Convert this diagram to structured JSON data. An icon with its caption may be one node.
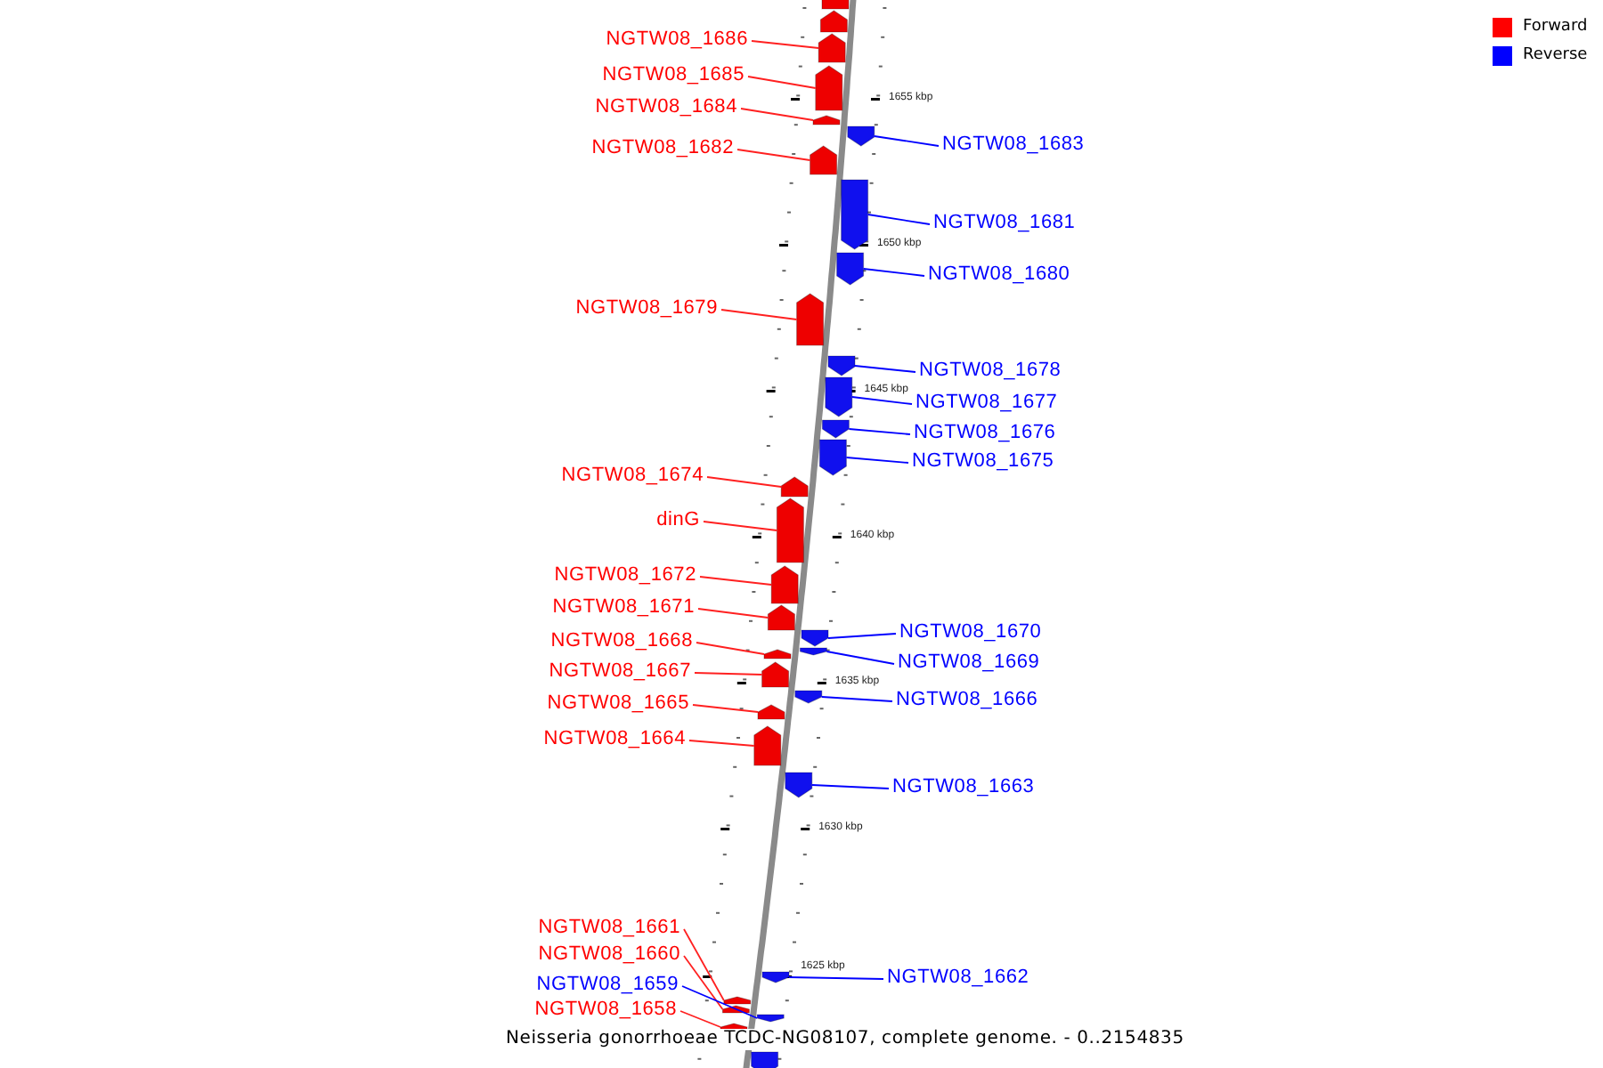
{
  "diagram": {
    "caption": "Neisseria gonorrhoeae TCDC-NG08107, complete genome. - 0..2154835",
    "nodes": [
      {
        "text": [],
        "shape": "pentagon"
      },
      {
        "text": [],
        "shape": "pentagon"
      },
      {
        "text": [
          "NGTW08_1686"
        ]
      },
      {
        "text": [],
        "shape": "pentagon"
      },
      {
        "text": [
          "NGTW08_1685"
        ]
      },
      {
        "text": [],
        "shape": "pentagon"
      },
      {
        "text": [
          "NGTW08_1684"
        ]
      },
      {
        "text": [],
        "shape": "pentagon"
      },
      {
        "text": [
          "NGTW08_1683"
        ]
      },
      {
        "text": [],
        "shape": "pentagon"
      },
      {
        "text": [
          "NGTW08_1682"
        ]
      },
      {
        "text": [],
        "shape": "pentagon"
      },
      {
        "text": [
          "NGTW08_1681"
        ]
      },
      {
        "text": [],
        "shape": "pentagon"
      },
      {
        "text": [
          "NGTW08_1680"
        ]
      },
      {
        "text": [],
        "shape": "pentagon"
      },
      {
        "text": [
          "NGTW08_1679"
        ]
      },
      {
        "text": [],
        "shape": "pentagon"
      },
      {
        "text": [
          "NGTW08_1678"
        ]
      },
      {
        "text": [],
        "shape": "pentagon"
      },
      {
        "text": [
          "NGTW08_1677"
        ]
      },
      {
        "text": [],
        "shape": "pentagon"
      },
      {
        "text": [
          "NGTW08_1676"
        ]
      },
      {
        "text": [],
        "shape": "pentagon"
      },
      {
        "text": [
          "NGTW08_1675"
        ]
      },
      {
        "text": [],
        "shape": "pentagon"
      },
      {
        "text": [
          "NGTW08_1674"
        ]
      },
      {
        "text": [],
        "shape": "pentagon"
      },
      {
        "text": [
          "dinG"
        ]
      },
      {
        "text": [],
        "shape": "pentagon"
      },
      {
        "text": [
          "NGTW08_1672"
        ]
      },
      {
        "text": [],
        "shape": "pentagon"
      },
      {
        "text": [
          "NGTW08_1671"
        ]
      },
      {
        "text": [],
        "shape": "pentagon"
      },
      {
        "text": [
          "NGTW08_1670"
        ]
      },
      {
        "text": [],
        "shape": "pentagon"
      },
      {
        "text": [
          "NGTW08_1668"
        ]
      },
      {
        "text": [],
        "shape": "pentagon"
      },
      {
        "text": [
          "NGTW08_1669"
        ]
      },
      {
        "text": [],
        "shape": "pentagon"
      },
      {
        "text": [
          "NGTW08_1667"
        ]
      },
      {
        "text": [],
        "shape": "pentagon"
      },
      {
        "text": [
          "NGTW08_1666"
        ]
      },
      {
        "text": [],
        "shape": "pentagon"
      },
      {
        "text": [
          "NGTW08_1665"
        ]
      },
      {
        "text": [],
        "shape": "pentagon"
      },
      {
        "text": [
          "NGTW08_1664"
        ]
      },
      {
        "text": [],
        "shape": "pentagon"
      },
      {
        "text": [
          "NGTW08_1663"
        ]
      },
      {
        "text": [],
        "shape": "pentagon"
      },
      {
        "text": [
          "NGTW08_1661"
        ]
      },
      {
        "text": [],
        "shape": "pentagon"
      },
      {
        "text": [
          "NGTW08_1662"
        ]
      },
      {
        "text": [],
        "shape": "pentagon"
      },
      {
        "text": [
          "NGTW08_1660"
        ]
      },
      {
        "text": [],
        "shape": "pentagon"
      },
      {
        "text": [
          "NGTW08_1659"
        ]
      },
      {
        "text": [],
        "shape": "pentagon"
      },
      {
        "text": [
          "NGTW08_1658"
        ]
      },
      {
        "text": [],
        "shape": "pentagon"
      },
      {
        "text": [],
        "shape": "pentagon"
      }
    ],
    "edges": [
      {
        "from": 2,
        "to": 3,
        "arrow": "none"
      },
      {
        "from": 4,
        "to": 5,
        "arrow": "none"
      },
      {
        "from": 6,
        "to": 7,
        "arrow": "none"
      },
      {
        "from": 8,
        "to": 9,
        "arrow": "none",
        "color": "#0000ff"
      },
      {
        "from": 10,
        "to": 11,
        "arrow": "none"
      },
      {
        "from": 12,
        "to": 13,
        "arrow": "none",
        "color": "#0000ff"
      },
      {
        "from": 14,
        "to": 15,
        "arrow": "none",
        "color": "#0000ff"
      },
      {
        "from": 16,
        "to": 17,
        "arrow": "none"
      },
      {
        "from": 18,
        "to": 19,
        "arrow": "none",
        "color": "#0000ff"
      },
      {
        "from": 20,
        "to": 21,
        "arrow": "none",
        "color": "#0000ff"
      },
      {
        "from": 22,
        "to": 23,
        "arrow": "none",
        "color": "#0000ff"
      },
      {
        "from": 24,
        "to": 25,
        "arrow": "none",
        "color": "#0000ff"
      },
      {
        "from": 26,
        "to": 27,
        "arrow": "none"
      },
      {
        "from": 28,
        "to": 29,
        "arrow": "none"
      },
      {
        "from": 30,
        "to": 31,
        "arrow": "none"
      },
      {
        "from": 32,
        "to": 33,
        "arrow": "none"
      },
      {
        "from": 34,
        "to": 35,
        "arrow": "none",
        "color": "#0000ff"
      },
      {
        "from": 36,
        "to": 37,
        "arrow": "none"
      },
      {
        "from": 38,
        "to": 39,
        "arrow": "none",
        "color": "#0000ff"
      },
      {
        "from": 40,
        "to": 41,
        "arrow": "none"
      },
      {
        "from": 42,
        "to": 43,
        "arrow": "none",
        "color": "#0000ff"
      },
      {
        "from": 44,
        "to": 45,
        "arrow": "none"
      },
      {
        "from": 46,
        "to": 47,
        "arrow": "none"
      },
      {
        "from": 48,
        "to": 49,
        "arrow": "none",
        "color": "#0000ff"
      },
      {
        "from": 50,
        "to": 51,
        "arrow": "none"
      },
      {
        "from": 52,
        "to": 53,
        "arrow": "none",
        "color": "#0000ff"
      },
      {
        "from": 54,
        "to": 55,
        "arrow": "none"
      },
      {
        "from": 56,
        "to": 57,
        "arrow": "none",
        "color": "#0000ff"
      },
      {
        "from": 58,
        "to": 59,
        "arrow": "none"
      }
    ],
    "labels": [
      "1655 kbp",
      "1650 kbp",
      "1645 kbp",
      "1640 kbp",
      "1635 kbp",
      "1630 kbp",
      "1625 kbp"
    ],
    "legend": [
      {
        "text": "Forward",
        "color": "#ff0000"
      },
      {
        "text": "Reverse",
        "color": "#0000ff"
      }
    ]
  }
}
